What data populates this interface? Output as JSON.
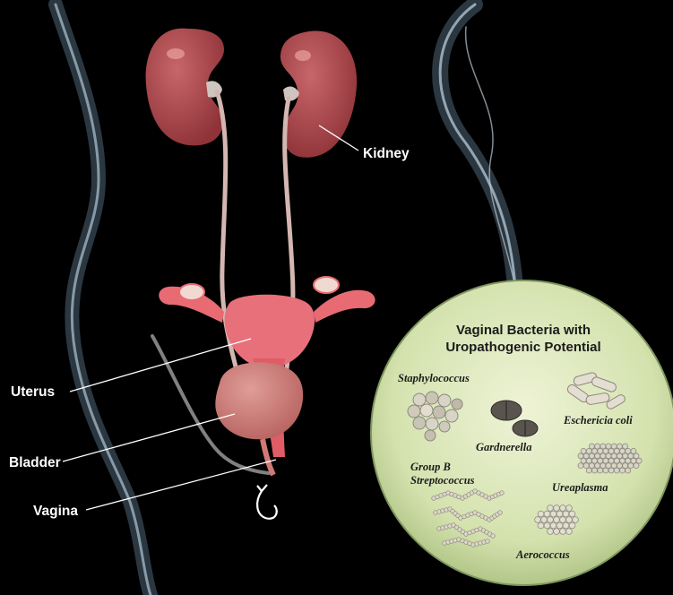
{
  "labels": {
    "kidney": "Kidney",
    "uterus": "Uterus",
    "bladder": "Bladder",
    "vagina": "Vagina"
  },
  "inset": {
    "title_line1": "Vaginal Bacteria with",
    "title_line2": "Uropathogenic Potential",
    "bacteria": {
      "staphylococcus": "Staphylococcus",
      "gardnerella": "Gardnerella",
      "escherichia": "Eschericia coli",
      "group_b_line1": "Group B",
      "group_b_line2": "Streptococcus",
      "ureaplasma": "Ureaplasma",
      "aerococcus": "Aerococcus"
    }
  },
  "colors": {
    "background": "#000000",
    "organ": "#b04a4f",
    "uterus": "#e86b73",
    "inset": "#dfe9c2",
    "label": "#ffffff"
  }
}
